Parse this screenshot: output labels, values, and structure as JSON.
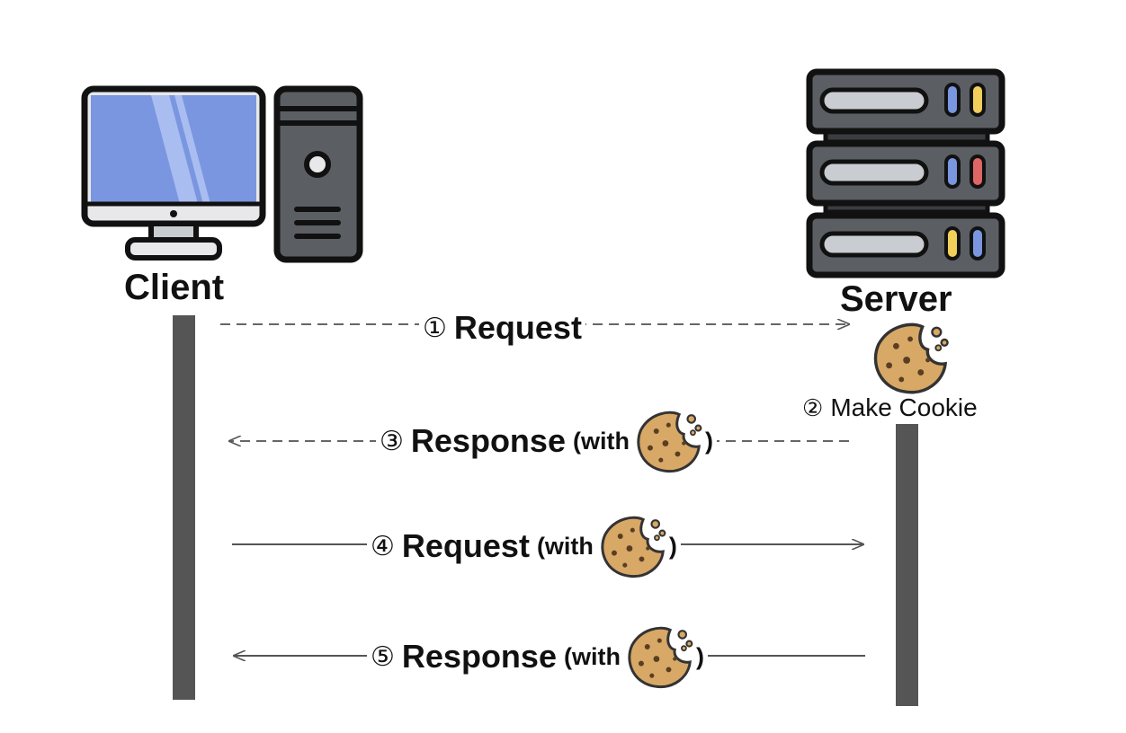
{
  "actors": {
    "client": {
      "label": "Client",
      "icon": "desktop-computer-icon"
    },
    "server": {
      "label": "Server",
      "icon": "server-rack-icon"
    }
  },
  "messages": [
    {
      "number": "①",
      "label": "Request",
      "with": "",
      "close": "",
      "direction": "client-to-server",
      "line": "dashed",
      "cookie": false
    },
    {
      "number": "③",
      "label": "Response",
      "with": "(with",
      "close": ")",
      "direction": "server-to-client",
      "line": "dashed",
      "cookie": true
    },
    {
      "number": "④",
      "label": "Request",
      "with": "(with",
      "close": ")",
      "direction": "client-to-server",
      "line": "solid",
      "cookie": true
    },
    {
      "number": "⑤",
      "label": "Response",
      "with": "(with",
      "close": ")",
      "direction": "server-to-client",
      "line": "solid",
      "cookie": true
    }
  ],
  "server_step": {
    "number": "②",
    "label": "Make Cookie",
    "icon": "cookie-icon"
  },
  "colors": {
    "screen": "#7b96e0",
    "tower": "#5b5e63",
    "server_body": "#5b5e63",
    "slot": "#c9ccd1",
    "led_blue": "#7b96e0",
    "led_yellow": "#f2cf5b",
    "led_red": "#e06666",
    "cookie": "#d8a866",
    "lifeline": "#555555",
    "arrow": "#555555"
  }
}
